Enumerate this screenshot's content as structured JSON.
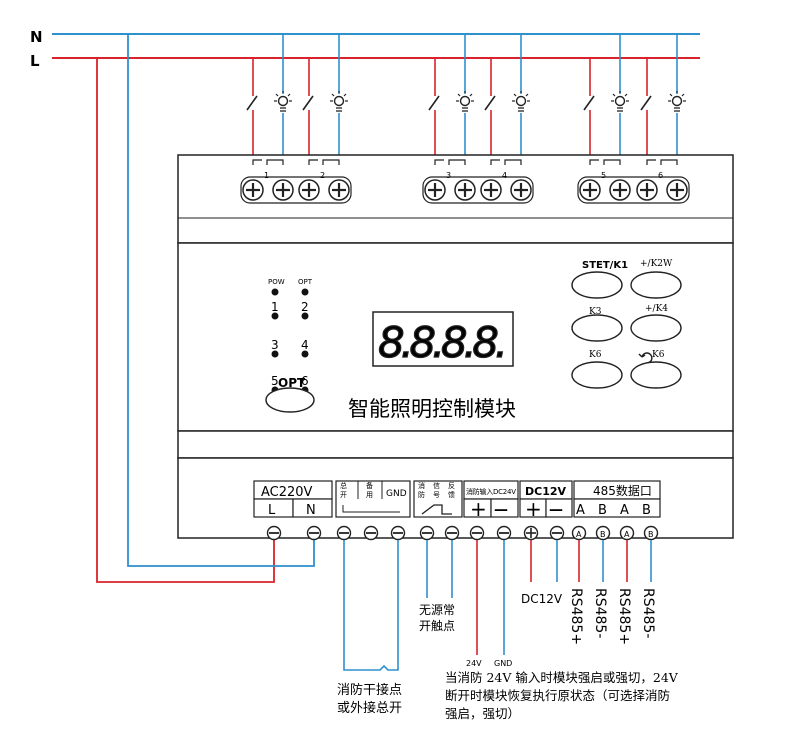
{
  "mains": {
    "n_label": "N",
    "l_label": "L"
  },
  "colors": {
    "live": "#d9232a",
    "neutral": "#2f8fcf",
    "body_stroke": "#222222"
  },
  "relay_numbers": [
    "1",
    "2",
    "3",
    "4",
    "5",
    "6"
  ],
  "front": {
    "indicators": {
      "pow": "POW",
      "opt": "OPT",
      "left": [
        "1",
        "3",
        "5"
      ],
      "right": [
        "2",
        "4",
        "6"
      ]
    },
    "display_digits": "8.8.8.8.",
    "opt_button": "OPT",
    "module_name": "智能照明控制模块",
    "keys": {
      "k1": "STET/K1",
      "k2": "+/K2W",
      "k3": "K3",
      "k4": "+/K4",
      "k5": "K6",
      "k6": "K6"
    }
  },
  "terminal_headers": {
    "ac": "AC220V",
    "l": "L",
    "n": "N",
    "spare": [
      "总",
      "开",
      "备",
      "用"
    ],
    "gnd": "GND",
    "feedback": [
      "消",
      "信",
      "反",
      "防",
      "号",
      "馈"
    ],
    "fire_input": "消防输入DC24V",
    "plus": "+",
    "minus": "—",
    "dc12v": "DC12V",
    "rs485_title": "485数据口",
    "ab": [
      "A",
      "B",
      "A",
      "B"
    ]
  },
  "wire_labels": {
    "dc12v": "DC12V",
    "rs485": [
      "RS485+",
      "RS485-",
      "RS485+",
      "RS485-"
    ],
    "passive_contact": [
      "无源常",
      "开触点"
    ],
    "v24": "24V",
    "gnd": "GND",
    "dry_contact": [
      "消防干接点",
      "或外接总开"
    ],
    "fire_note": [
      "当消防 24V 输入时模块强启或强切，24V",
      "断开时模块恢复执行原状态（可选择消防",
      "强启，强切）"
    ]
  }
}
